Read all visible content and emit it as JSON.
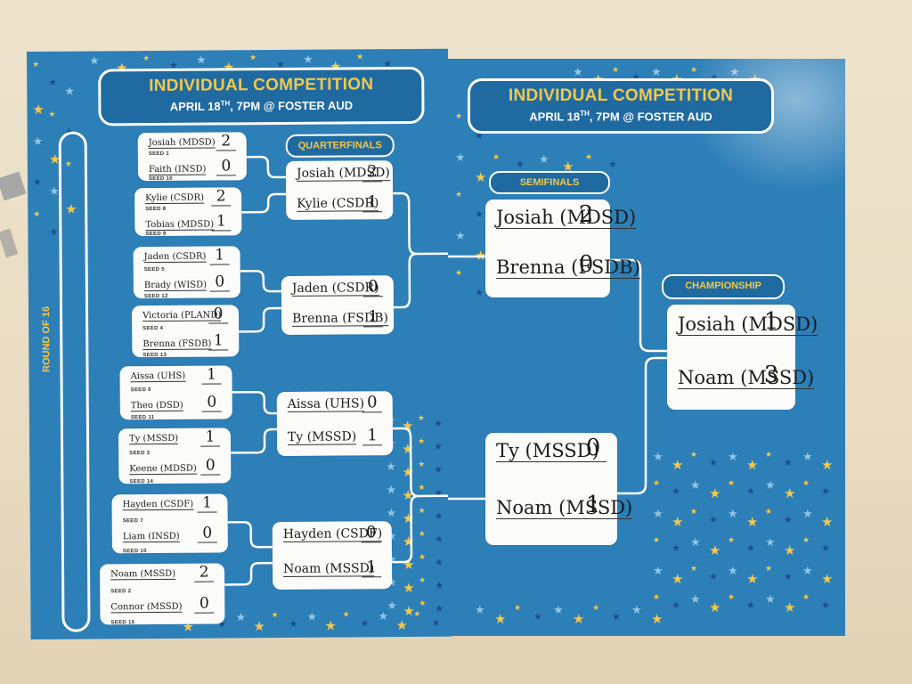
{
  "header": {
    "title": "INDIVIDUAL COMPETITION",
    "date_prefix": "APRIL 18",
    "date_sup": "TH",
    "date_suffix": ", 7PM @ FOSTER AUD"
  },
  "labels": {
    "round_of_16": "ROUND OF 16",
    "quarterfinals": "QUARTERFINALS",
    "semifinals": "SEMIFINALS",
    "championship": "CHAMPIONSHIP"
  },
  "round_of_16": [
    {
      "top": {
        "name": "Josiah (MDSD)",
        "score": "2",
        "seed": "SEED 1"
      },
      "bottom": {
        "name": "Faith (INSD)",
        "score": "0",
        "seed": "SEED 16"
      }
    },
    {
      "top": {
        "name": "Kylie (CSDR)",
        "score": "2",
        "seed": "SEED 8"
      },
      "bottom": {
        "name": "Tobias (MDSD)",
        "score": "1",
        "seed": "SEED 9"
      }
    },
    {
      "top": {
        "name": "Jaden (CSDR)",
        "score": "1",
        "seed": "SEED 5"
      },
      "bottom": {
        "name": "Brady (WISD)",
        "score": "0",
        "seed": "SEED 12"
      }
    },
    {
      "top": {
        "name": "Victoria (PLAND)",
        "score": "0",
        "seed": "SEED 4"
      },
      "bottom": {
        "name": "Brenna (FSDB)",
        "score": "1",
        "seed": "SEED 13"
      }
    },
    {
      "top": {
        "name": "Aissa (UHS)",
        "score": "1",
        "seed": "SEED 6"
      },
      "bottom": {
        "name": "Theo (DSD)",
        "score": "0",
        "seed": "SEED 11"
      }
    },
    {
      "top": {
        "name": "Ty (MSSD)",
        "score": "1",
        "seed": "SEED 3"
      },
      "bottom": {
        "name": "Keene (MDSD)",
        "score": "0",
        "seed": "SEED 14"
      }
    },
    {
      "top": {
        "name": "Hayden (CSDF)",
        "score": "1",
        "seed": "SEED 7"
      },
      "bottom": {
        "name": "Liam (INSD)",
        "score": "0",
        "seed": "SEED 10"
      }
    },
    {
      "top": {
        "name": "Noam (MSSD)",
        "score": "2",
        "seed": "SEED 2"
      },
      "bottom": {
        "name": "Connor (MSSD)",
        "score": "0",
        "seed": "SEED 15"
      }
    }
  ],
  "quarterfinals": [
    {
      "top": {
        "name": "Josiah (MDSD)",
        "score": "2"
      },
      "bottom": {
        "name": "Kylie (CSDR)",
        "score": "1"
      }
    },
    {
      "top": {
        "name": "Jaden (CSDR)",
        "score": "0"
      },
      "bottom": {
        "name": "Brenna (FSDB)",
        "score": "1"
      }
    },
    {
      "top": {
        "name": "Aissa (UHS)",
        "score": "0"
      },
      "bottom": {
        "name": "Ty (MSSD)",
        "score": "1"
      }
    },
    {
      "top": {
        "name": "Hayden (CSDF)",
        "score": "0"
      },
      "bottom": {
        "name": "Noam (MSSD)",
        "score": "1"
      }
    }
  ],
  "semifinals": [
    {
      "top": {
        "name": "Josiah (MDSD)",
        "score": "2"
      },
      "bottom": {
        "name": "Brenna (FSDB)",
        "score": "0"
      }
    },
    {
      "top": {
        "name": "Ty (MSSD)",
        "score": "0"
      },
      "bottom": {
        "name": "Noam (MSSD)",
        "score": "1"
      }
    }
  ],
  "championship": {
    "top": {
      "name": "Josiah (MDSD)",
      "score": "1"
    },
    "bottom": {
      "name": "Noam (MSSD)",
      "score": "3"
    }
  },
  "colors": {
    "board": "#2d7fb8",
    "header_fill": "#1f6aa0",
    "gold": "#f2c84b",
    "star_dark": "#1b4f86",
    "star_light": "#8fc6e6"
  }
}
